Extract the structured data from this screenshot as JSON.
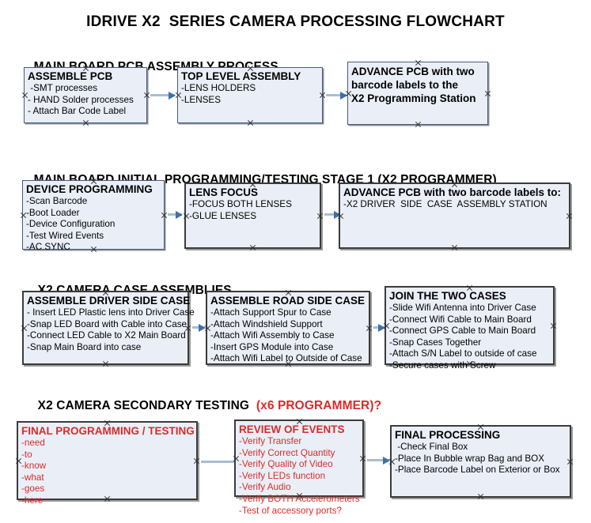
{
  "document": {
    "main_title": "IDRIVE X2  SERIES CAMERA PROCESSING FLOWCHART"
  },
  "sections": [
    {
      "id": "main-board-pcb-assembly",
      "title": "MAIN BOARD PCB ASSEMBLY PROCESS",
      "title_red": ""
    },
    {
      "id": "main-board-initial-programming",
      "title": "MAIN BOARD INITIAL PROGRAMMING/TESTING STAGE 1 (X2 PROGRAMMER)",
      "title_red": ""
    },
    {
      "id": "x2-camera-case-assemblies",
      "title": "X2 CAMERA CASE ASSEMBLIES",
      "title_red": ""
    },
    {
      "id": "x2-camera-secondary-testing",
      "title": "X2 CAMERA SECONDARY TESTING  ",
      "title_red": "(x6 PROGRAMMER)?"
    }
  ],
  "boxes": {
    "assemble_pcb": {
      "title": "ASSEMBLE PCB",
      "lines": [
        " -SMT processes",
        "- HAND Solder processes",
        "- Attach Bar Code Label"
      ]
    },
    "top_level_assembly": {
      "title": "TOP LEVEL ASSEMBLY",
      "lines": [
        "-LENS HOLDERS",
        "-LENSES"
      ]
    },
    "advance_pcb_programming_station": {
      "title": "ADVANCE PCB with two\nbarcode labels to the\n X2 Programming Station",
      "lines": []
    },
    "device_programming": {
      "title": "DEVICE PROGRAMMING",
      "lines": [
        "-Scan Barcode",
        "-Boot Loader",
        "-Device Configuration",
        "-Test Wired Events",
        "-AC SYNC"
      ]
    },
    "lens_focus": {
      "title": "LENS FOCUS",
      "lines": [
        "-FOCUS BOTH LENSES",
        "-GLUE LENSES"
      ]
    },
    "advance_pcb_driver_side": {
      "title": "ADVANCE PCB with two barcode labels to:",
      "lines": [
        "-X2 DRIVER  SIDE  CASE  ASSEMBLY STATION"
      ]
    },
    "assemble_driver_side_case": {
      "title": "ASSEMBLE DRIVER SIDE CASE",
      "lines": [
        "- Insert LED Plastic lens into Driver Case",
        "-Snap LED Board with Cable into Case",
        "-Connect LED Cable to X2 Main Board",
        "-Snap Main Board into case"
      ]
    },
    "assemble_road_side_case": {
      "title": "ASSEMBLE ROAD SIDE CASE",
      "lines": [
        "-Attach Support Spur to Case",
        "-Attach Windshield Support",
        "-Attach Wifi Assembly to Case",
        "-Insert GPS Module into Case",
        "-Attach Wifi Label to Outside of Case"
      ]
    },
    "join_the_two_cases": {
      "title": "JOIN THE TWO CASES",
      "lines": [
        "-Slide Wifi Antenna into Driver Case",
        "-Connect Wifi Cable to Main Board",
        "-Connect GPS Cable to Main Board",
        "-Snap Cases Together",
        "-Attach S/N Label to outside of case",
        "-Secure cases with Screw"
      ]
    },
    "final_programming_testing": {
      "title": "FINAL PROGRAMMING / TESTING",
      "lines": [
        "-need",
        "-to",
        "-know",
        "-what",
        "-goes",
        "-here"
      ]
    },
    "review_of_events": {
      "title": "REVIEW OF EVENTS",
      "lines": [
        "-Verify Transfer",
        "-Verify Correct Quantity",
        "-Verify Quality of Video",
        "-Verify LEDs function",
        "-Verify Audio",
        "-Verify BOTH Accelerometers",
        "-Test of accessory ports?"
      ]
    },
    "final_processing": {
      "title": "FINAL PROCESSING",
      "lines": [
        " -Check Final Box",
        "-Place In Bubble wrap Bag and BOX",
        "-Place Barcode Label on Exterior or Box"
      ]
    }
  },
  "colors": {
    "box_fill": "#eaeff7",
    "box_border": "#4a5a78",
    "box_border_strong": "#3b3b3b",
    "arrow_line": "#a8bed4",
    "arrow_head": "#3f6fa8",
    "red_text": "#d92b2b",
    "black_text": "#000000"
  }
}
